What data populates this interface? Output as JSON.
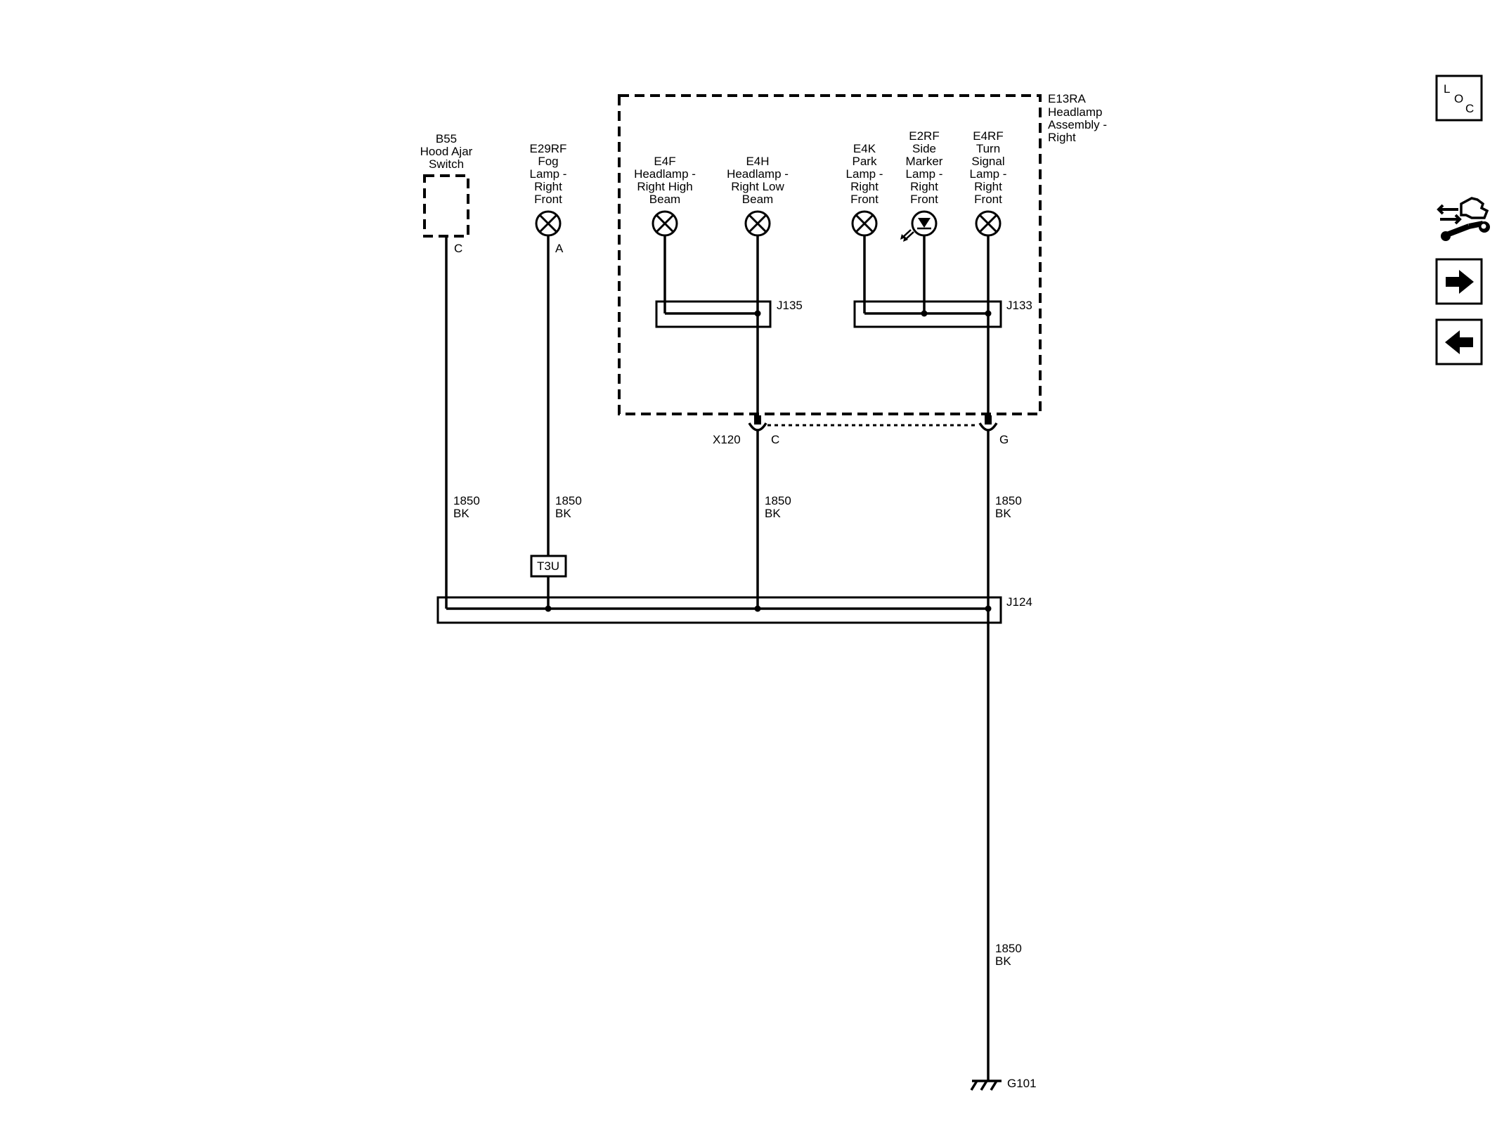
{
  "components": {
    "b55": {
      "id": "B55",
      "line1": "Hood Ajar",
      "line2": "Switch",
      "pin": "C"
    },
    "e29rf": {
      "id": "E29RF",
      "line1": "Fog",
      "line2": "Lamp -",
      "line3": "Right",
      "line4": "Front",
      "pin": "A"
    },
    "e4f": {
      "id": "E4F",
      "line1": "Headlamp -",
      "line2": "Right High",
      "line3": "Beam"
    },
    "e4h": {
      "id": "E4H",
      "line1": "Headlamp -",
      "line2": "Right Low",
      "line3": "Beam"
    },
    "e4k": {
      "id": "E4K",
      "line1": "Park",
      "line2": "Lamp -",
      "line3": "Right",
      "line4": "Front"
    },
    "e2rf": {
      "id": "E2RF",
      "line1": "Side",
      "line2": "Marker",
      "line3": "Lamp -",
      "line4": "Right",
      "line5": "Front"
    },
    "e4rf": {
      "id": "E4RF",
      "line1": "Turn",
      "line2": "Signal",
      "line3": "Lamp -",
      "line4": "Right",
      "line5": "Front"
    },
    "e13ra": {
      "id": "E13RA",
      "line1": "Headlamp",
      "line2": "Assembly -",
      "line3": "Right"
    }
  },
  "splices": {
    "j135": "J135",
    "j133": "J133",
    "j124": "J124"
  },
  "connector": {
    "id": "X120",
    "pin_c": "C",
    "pin_g": "G"
  },
  "inline": {
    "t3u": "T3U"
  },
  "ground": {
    "id": "G101"
  },
  "wires": {
    "b55": {
      "circuit": "1850",
      "color": "BK"
    },
    "e29rf": {
      "circuit": "1850",
      "color": "BK"
    },
    "e4h": {
      "circuit": "1850",
      "color": "BK"
    },
    "e4rf": {
      "circuit": "1850",
      "color": "BK"
    },
    "ground": {
      "circuit": "1850",
      "color": "BK"
    }
  },
  "nav": {
    "loc": {
      "l": "L",
      "o": "O",
      "c": "C"
    },
    "tools_icon": "connector-wrench-icon",
    "next_icon": "arrow-right-icon",
    "back_icon": "arrow-left-icon"
  }
}
